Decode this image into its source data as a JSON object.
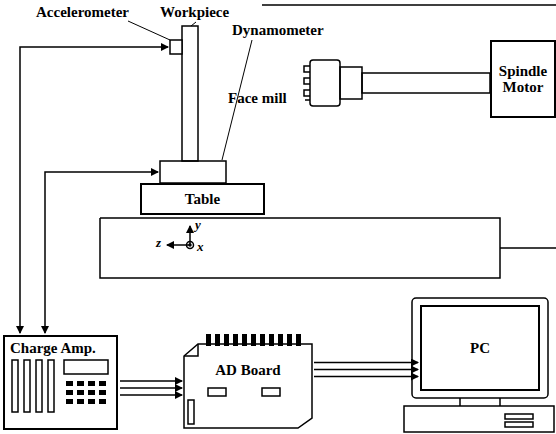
{
  "diagram": {
    "nodes": [
      {
        "text": [
          "Spindle Motor"
        ]
      },
      {
        "text": [
          "Table"
        ]
      },
      {
        "text": [
          "Charge Amp."
        ]
      },
      {
        "text": [
          "AD Board"
        ]
      },
      {
        "text": [
          "PC"
        ]
      }
    ],
    "edges": [
      {
        "from": 2,
        "to": 3,
        "arrow": "to"
      },
      {
        "from": 3,
        "to": 4,
        "arrow": "to"
      }
    ],
    "labels": [
      "Accelerometer",
      "Workpiece",
      "Dynamometer",
      "Face mill",
      "y",
      "z",
      "x"
    ]
  }
}
